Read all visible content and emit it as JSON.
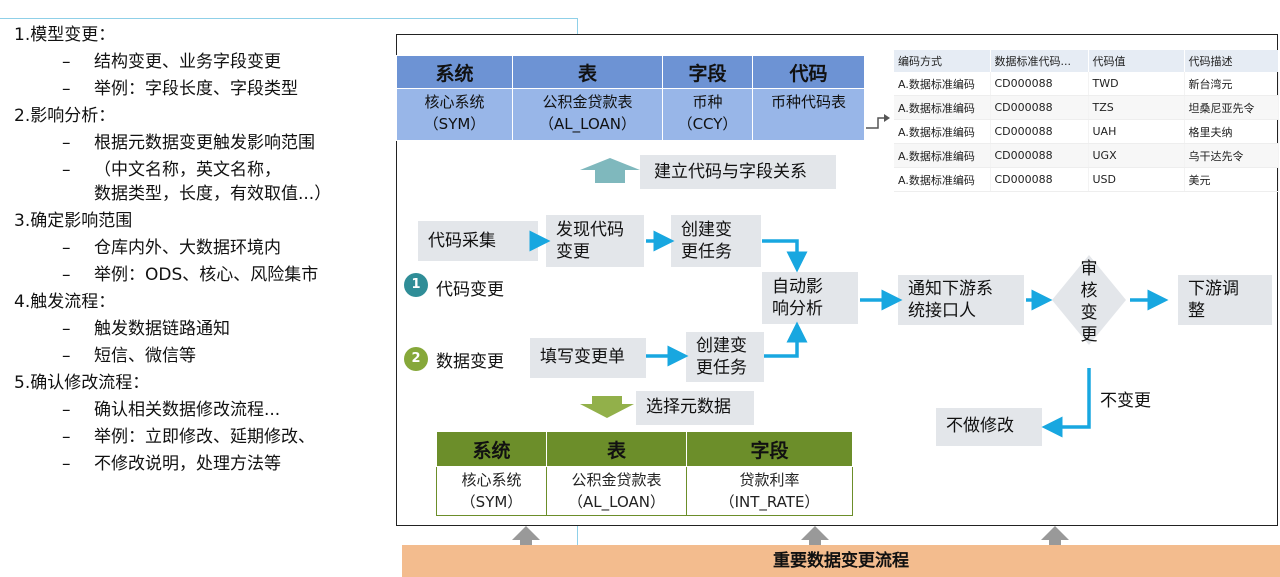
{
  "outline": [
    {
      "title": "1.模型变更：",
      "subs": [
        "结构变更、业务字段变更",
        "举例：字段长度、字段类型"
      ]
    },
    {
      "title": "2.影响分析：",
      "subs": [
        "根据元数据变更触发影响范围",
        "（中文名称，英文名称，",
        "数据类型，长度，有效取值...）"
      ]
    },
    {
      "title": "3.确定影响范围",
      "subs": [
        "仓库内外、大数据环境内",
        "举例：ODS、核心、风险集市"
      ]
    },
    {
      "title": "4.触发流程：",
      "subs": [
        "触发数据链路通知",
        "短信、微信等"
      ]
    },
    {
      "title": "5.确认修改流程：",
      "subs": [
        "确认相关数据修改流程...",
        "举例：立即修改、延期修改、",
        "不修改说明，处理方法等"
      ]
    }
  ],
  "dash": "–",
  "code_table": {
    "headers": [
      "系统",
      "表",
      "字段",
      "代码"
    ],
    "row1": [
      "核心系统",
      "公积金贷款表",
      "币种",
      "币种代码表"
    ],
    "row2": [
      "（SYM）",
      "（AL_LOAN）",
      "（CCY）",
      ""
    ]
  },
  "code_detail": {
    "headers": [
      "编码方式",
      "数据标准代码...",
      "代码值",
      "代码描述"
    ],
    "rows": [
      [
        "A.数据标准编码",
        "CD000088",
        "TWD",
        "新台湾元"
      ],
      [
        "A.数据标准编码",
        "CD000088",
        "TZS",
        "坦桑尼亚先令"
      ],
      [
        "A.数据标准编码",
        "CD000088",
        "UAH",
        "格里夫纳"
      ],
      [
        "A.数据标准编码",
        "CD000088",
        "UGX",
        "乌干达先令"
      ],
      [
        "A.数据标准编码",
        "CD000088",
        "USD",
        "美元"
      ]
    ]
  },
  "flow": {
    "build_relation": "建立代码与字段关系",
    "code_collect": "代码采集",
    "discover_change_1": "发现代码",
    "discover_change_2": "变更",
    "create_task_1": "创建变",
    "create_task_2": "更任务",
    "create_task2_1": "创建变",
    "create_task2_2": "更任务",
    "fill_form": "填写变更单",
    "auto_analysis_1": "自动影",
    "auto_analysis_2": "响分析",
    "notify_1": "通知下游系",
    "notify_2": "统接口人",
    "review": [
      "审",
      "核",
      "变",
      "更"
    ],
    "downstream_1": "下游调",
    "downstream_2": "整",
    "no_change": "不变更",
    "no_modify": "不做修改",
    "select_meta": "选择元数据",
    "code_change_num": "1",
    "code_change": "代码变更",
    "data_change_num": "2",
    "data_change": "数据变更"
  },
  "field_table": {
    "headers": [
      "系统",
      "表",
      "字段"
    ],
    "row1": [
      "核心系统",
      "公积金贷款表",
      "贷款利率"
    ],
    "row2": [
      "（SYM）",
      "（AL_LOAN）",
      "（INT_RATE）"
    ]
  },
  "bottom_title": "重要数据变更流程",
  "colors": {
    "arrow_blue": "#18a7e0",
    "table_blue_header": "#6d93d4",
    "table_green_header": "#6c8e2a",
    "teal_circle": "#2f8d97",
    "green_circle": "#86a83a",
    "bottom_bar": "#f3bc8e"
  }
}
